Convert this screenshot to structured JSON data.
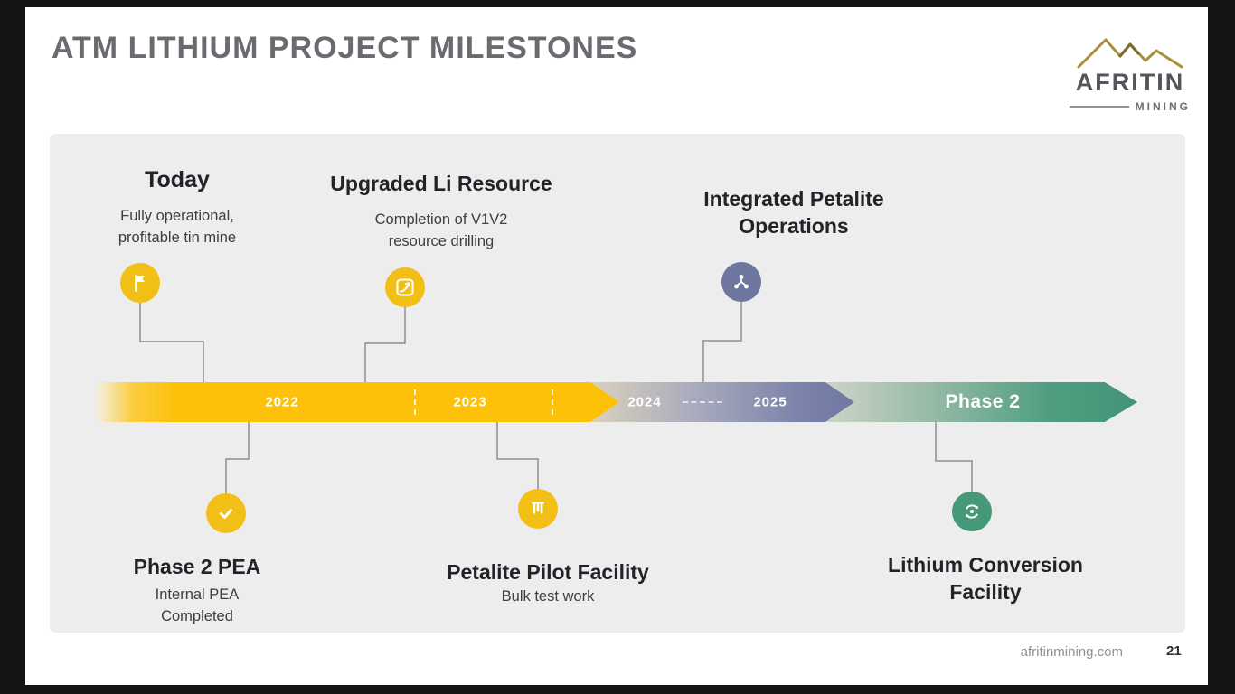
{
  "slide": {
    "title": "ATM LITHIUM PROJECT MILESTONES",
    "footer": {
      "website": "afritinmining.com",
      "page": "21"
    }
  },
  "logo": {
    "brand": "AFRITIN",
    "tagline": "MINING"
  },
  "timeline": {
    "years": [
      "2022",
      "2023",
      "2024",
      "2025"
    ],
    "phase_label": "Phase 2",
    "colors": {
      "gold": "#FDC10A",
      "slate": "#6E76A0",
      "green": "#459878"
    }
  },
  "milestones": [
    {
      "title": "Today",
      "subtitle": "Fully operational,\nprofitable tin mine",
      "icon": "flag-icon",
      "placement": "above"
    },
    {
      "title": "Upgraded Li Resource",
      "subtitle": "Completion of V1V2\nresource drilling",
      "icon": "chart-growth-icon",
      "placement": "above"
    },
    {
      "title": "Integrated Petalite Operations",
      "subtitle": "",
      "icon": "operations-network-icon",
      "placement": "above"
    },
    {
      "title": "Phase 2 PEA",
      "subtitle": "Internal PEA\nCompleted",
      "icon": "check-icon",
      "placement": "below"
    },
    {
      "title": "Petalite Pilot Facility",
      "subtitle": "Bulk test work",
      "icon": "test-tubes-icon",
      "placement": "below"
    },
    {
      "title": "Lithium Conversion Facility",
      "subtitle": "",
      "icon": "conversion-cycle-icon",
      "placement": "below"
    }
  ]
}
